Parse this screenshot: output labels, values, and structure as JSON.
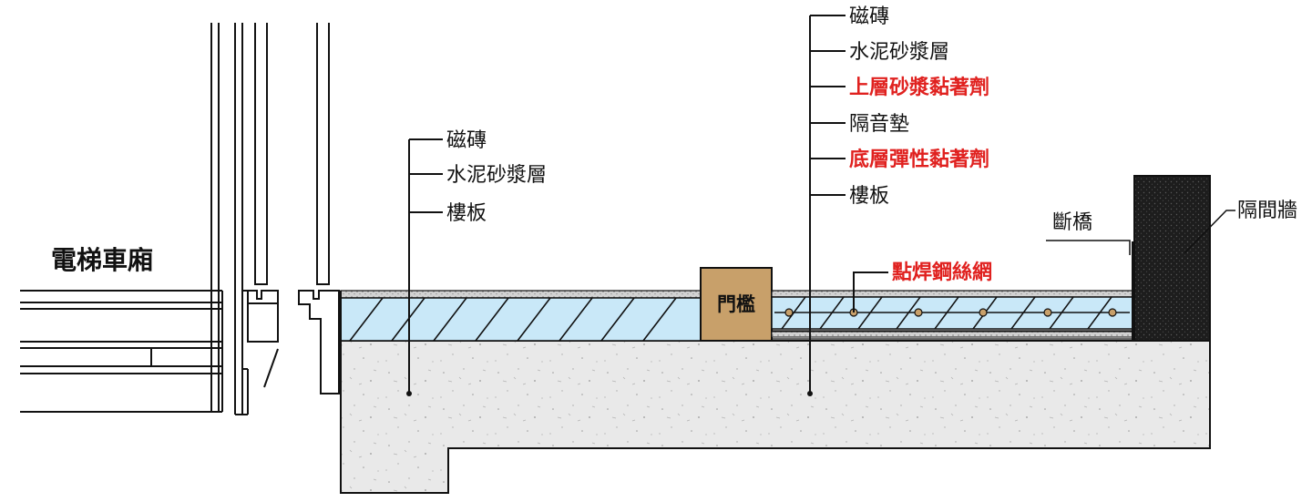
{
  "labels": {
    "elevator_car": "電梯車廂",
    "door_sill": "門檻",
    "left_callout": {
      "tile": "磁磚",
      "mortar": "水泥砂漿層",
      "slab": "樓板"
    },
    "right_callout": {
      "tile": "磁磚",
      "mortar": "水泥砂漿層",
      "upper_adhesive": "上層砂漿黏著劑",
      "sound_pad": "隔音墊",
      "lower_adhesive": "底層彈性黏著劑",
      "slab": "樓板"
    },
    "welded_mesh": "點焊鋼絲網",
    "thermal_break": "斷橋",
    "partition_wall": "隔間牆"
  },
  "colors": {
    "mortar_fill": "#c9e8f8",
    "sill_fill": "#c8a06a",
    "concrete_fill": "#e9e9e9",
    "wall_fill": "#1d1d1d",
    "highlight_text": "#e0211f",
    "mesh_dot": "#c8a06a"
  }
}
